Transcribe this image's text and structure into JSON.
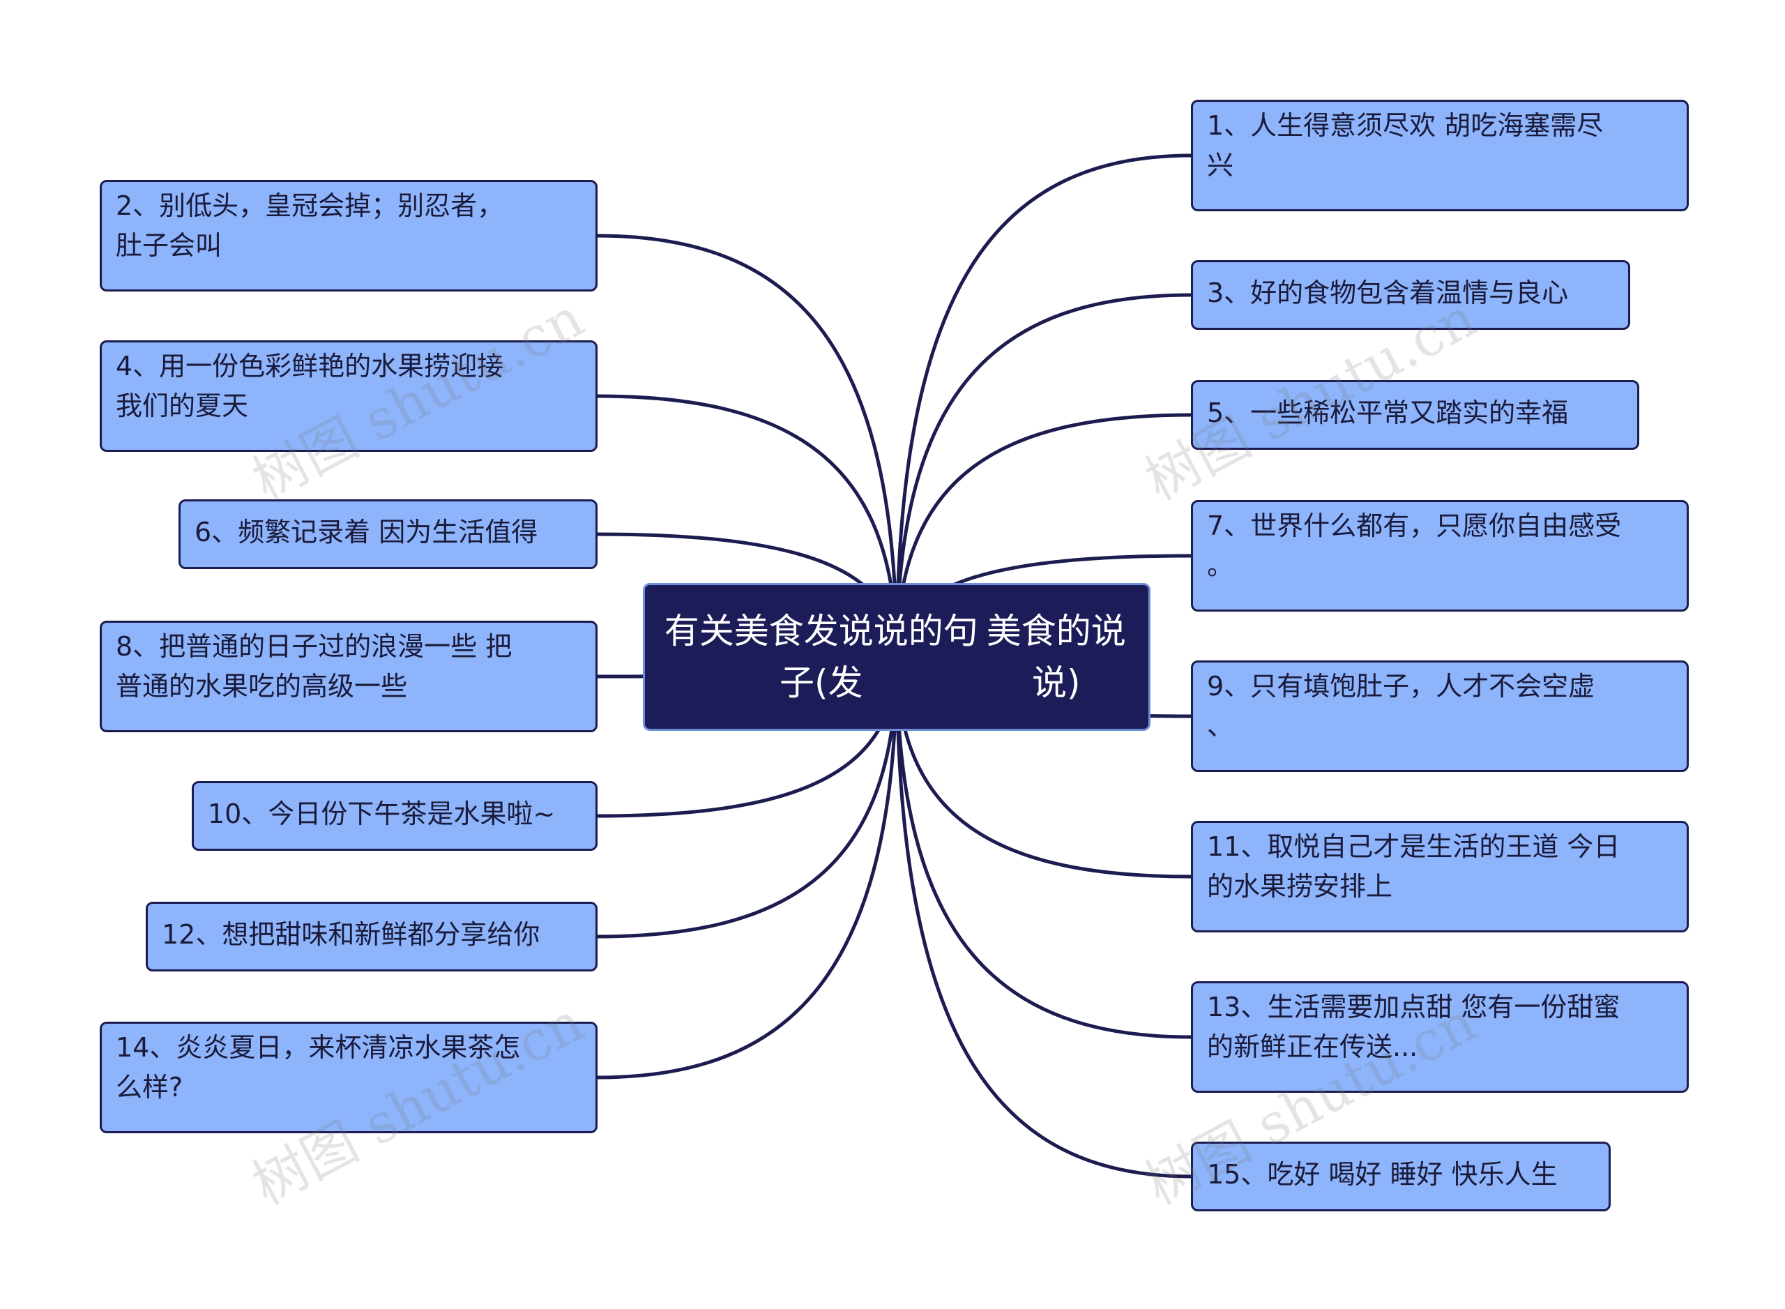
{
  "root": {
    "label": "有关美食发说说的句子(发美食的说说)"
  },
  "nodes": [
    {
      "id": "n1",
      "label": "1、人生得意须尽欢 胡吃海塞需尽兴"
    },
    {
      "id": "n2",
      "label": "2、别低头，皇冠会掉；别忍者，肚子会叫"
    },
    {
      "id": "n3",
      "label": "3、好的食物包含着温情与良心"
    },
    {
      "id": "n4",
      "label": "4、用一份色彩鲜艳的水果捞迎接我们的夏天"
    },
    {
      "id": "n5",
      "label": "5、一些稀松平常又踏实的幸福"
    },
    {
      "id": "n6",
      "label": "6、频繁记录着 因为生活值得"
    },
    {
      "id": "n7",
      "label": "7、世界什么都有，只愿你自由感受。"
    },
    {
      "id": "n8",
      "label": "8、把普通的日子过的浪漫一些 把普通的水果吃的高级一些"
    },
    {
      "id": "n9",
      "label": "9、只有填饱肚子，人才不会空虚、"
    },
    {
      "id": "n10",
      "label": "10、今日份下午茶是水果啦~"
    },
    {
      "id": "n11",
      "label": "11、取悦自己才是生活的王道 今日的水果捞安排上"
    },
    {
      "id": "n12",
      "label": "12、想把甜味和新鲜都分享给你"
    },
    {
      "id": "n13",
      "label": "13、生活需要加点甜 您有一份甜蜜的新鲜正在传送..."
    },
    {
      "id": "n14",
      "label": "14、炎炎夏日，来杯清凉水果茶怎么样?"
    },
    {
      "id": "n15",
      "label": "15、吃好 喝好 睡好 快乐人生"
    }
  ],
  "watermark": "树图 shutu.cn",
  "colors": {
    "node_fill": "#8eb4fb",
    "node_border": "#1c1c50",
    "root_fill": "#1c1c58",
    "root_border": "#6e8ed8",
    "link": "#1c1c50"
  }
}
